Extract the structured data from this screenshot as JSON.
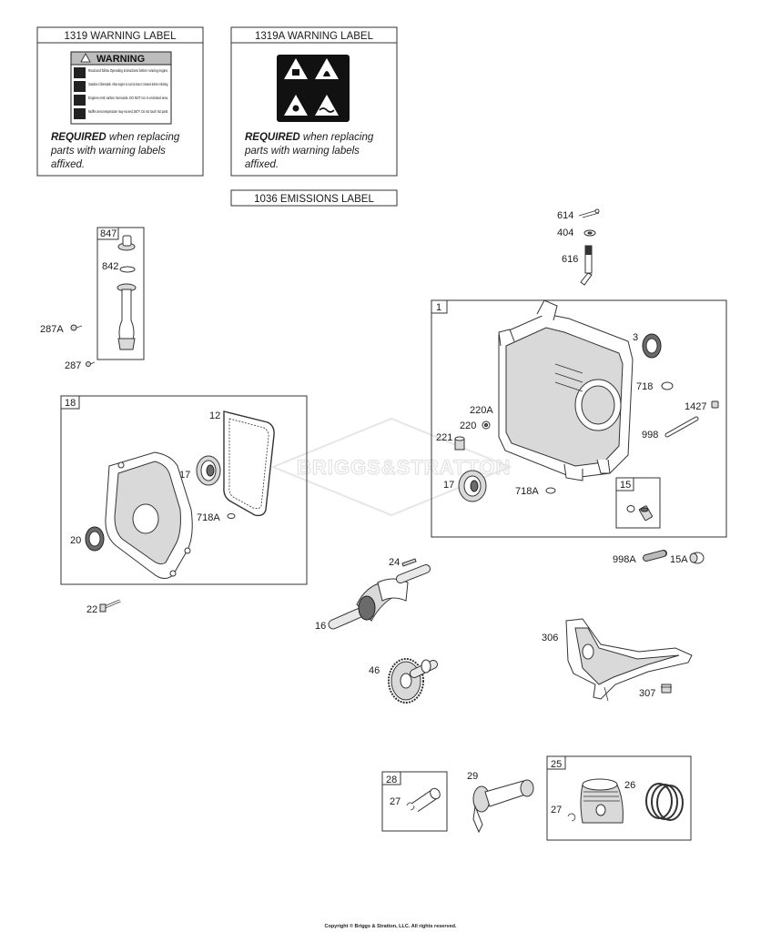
{
  "labels_section": {
    "warning_1319": {
      "header": "1319 WARNING LABEL",
      "sticker_title": "WARNING",
      "sticker_lines": [
        "Read and follow Operating instructions before running engine.",
        "Gasoline is flammable. Allow engine to cool at least 2 minutes before refueling.",
        "Engines emit carbon monoxide. DO NOT run in enclosed area.",
        "Muffler area temperature may exceed 150°F. Do not touch hot parts."
      ],
      "note_bold": "REQUIRED",
      "note_line1": " when replacing",
      "note_line2": "parts with warning labels",
      "note_line3": "affixed."
    },
    "warning_1319A": {
      "header": "1319A WARNING LABEL",
      "note_bold": "REQUIRED",
      "note_line1": " when replacing",
      "note_line2": "parts with warning labels",
      "note_line3": "affixed."
    },
    "emissions_1036": {
      "header": "1036 EMISSIONS LABEL"
    }
  },
  "watermark": "BRIGGS&STRATTON",
  "group_boxes": {
    "dipstick_group": "847",
    "crankcase_cover_group": "18",
    "cylinder_group": "1",
    "cylinder_subgroup": "15",
    "piston_pin_group": "28",
    "piston_group": "25"
  },
  "part_callouts": {
    "p614": "614",
    "p404": "404",
    "p616": "616",
    "p842": "842",
    "p287A": "287A",
    "p287": "287",
    "p12": "12",
    "p17_cover": "17",
    "p718A_cover": "718A",
    "p20": "20",
    "p22": "22",
    "p3": "3",
    "p718": "718",
    "p1427": "1427",
    "p998": "998",
    "p220A": "220A",
    "p220": "220",
    "p221": "221",
    "p17_block": "17",
    "p718A_block": "718A",
    "p998A": "998A",
    "p15A": "15A",
    "p24": "24",
    "p16": "16",
    "p46": "46",
    "p306": "306",
    "p307": "307",
    "p27_pin": "27",
    "p29": "29",
    "p26": "26",
    "p27_piston": "27"
  },
  "copyright": "Copyright © Briggs & Stratton, LLC. All rights reserved."
}
